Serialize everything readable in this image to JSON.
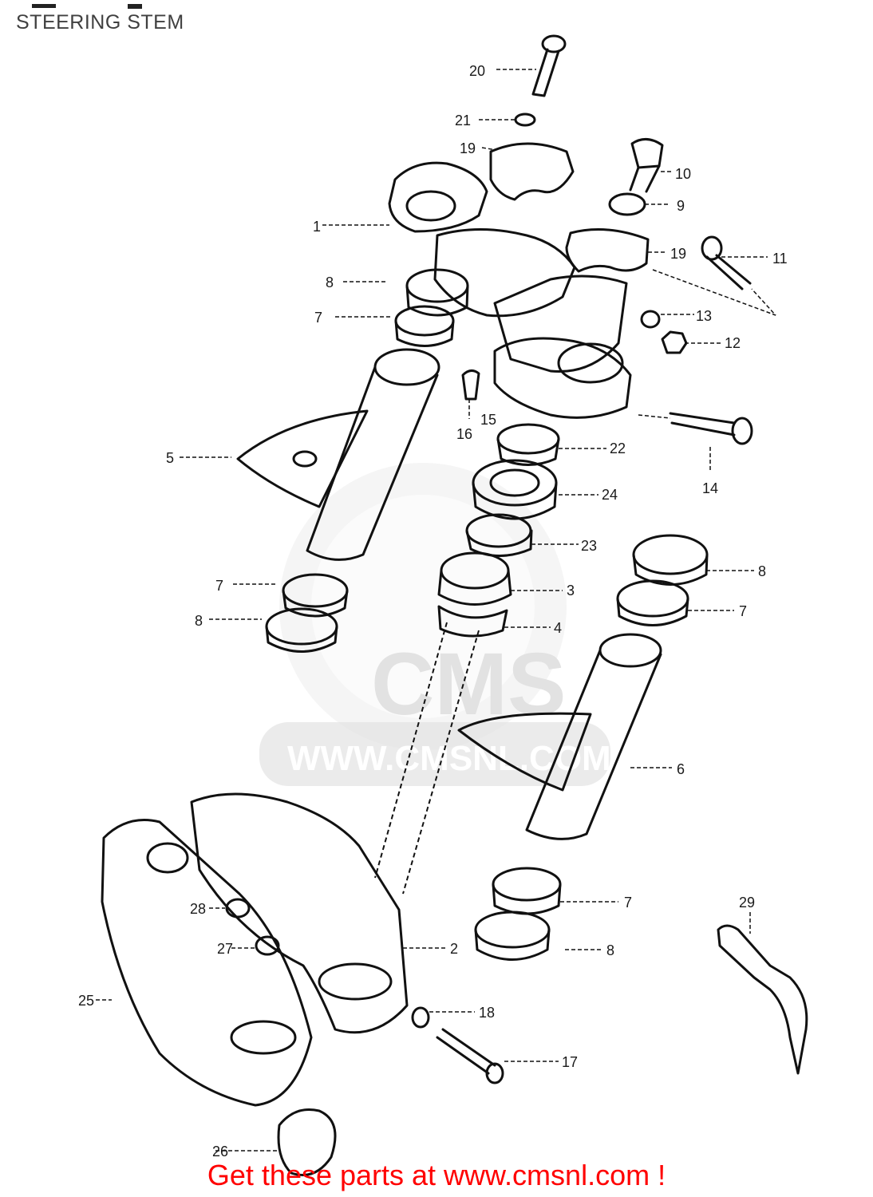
{
  "page": {
    "title": "STEERING STEM",
    "footer": "Get these parts at www.cmsnl.com !"
  },
  "watermark": {
    "brand": "CMS",
    "url": "WWW.CMSNL.COM"
  },
  "callouts": [
    {
      "id": "c20",
      "text": "20"
    },
    {
      "id": "c21a",
      "text": "21"
    },
    {
      "id": "c19a",
      "text": "19"
    },
    {
      "id": "c10",
      "text": "10"
    },
    {
      "id": "c9",
      "text": "9"
    },
    {
      "id": "c1",
      "text": "1"
    },
    {
      "id": "c19b",
      "text": "19"
    },
    {
      "id": "c11",
      "text": "11"
    },
    {
      "id": "c8a",
      "text": "8"
    },
    {
      "id": "c7a",
      "text": "7"
    },
    {
      "id": "c13",
      "text": "13"
    },
    {
      "id": "c12",
      "text": "12"
    },
    {
      "id": "c16",
      "text": "16"
    },
    {
      "id": "c15",
      "text": "15"
    },
    {
      "id": "c14",
      "text": "14"
    },
    {
      "id": "c5",
      "text": "5"
    },
    {
      "id": "c22",
      "text": "22"
    },
    {
      "id": "c24",
      "text": "24"
    },
    {
      "id": "c23",
      "text": "23"
    },
    {
      "id": "c8b",
      "text": "8"
    },
    {
      "id": "c7b",
      "text": "7"
    },
    {
      "id": "c3",
      "text": "3"
    },
    {
      "id": "c7c",
      "text": "7"
    },
    {
      "id": "c8c",
      "text": "8"
    },
    {
      "id": "c4",
      "text": "4"
    },
    {
      "id": "c6",
      "text": "6"
    },
    {
      "id": "c28",
      "text": "28"
    },
    {
      "id": "c7d",
      "text": "7"
    },
    {
      "id": "c29",
      "text": "29"
    },
    {
      "id": "c27",
      "text": "27"
    },
    {
      "id": "c2",
      "text": "2"
    },
    {
      "id": "c8d",
      "text": "8"
    },
    {
      "id": "c25",
      "text": "25"
    },
    {
      "id": "c18",
      "text": "18"
    },
    {
      "id": "c17",
      "text": "17"
    },
    {
      "id": "c26",
      "text": "26"
    }
  ]
}
